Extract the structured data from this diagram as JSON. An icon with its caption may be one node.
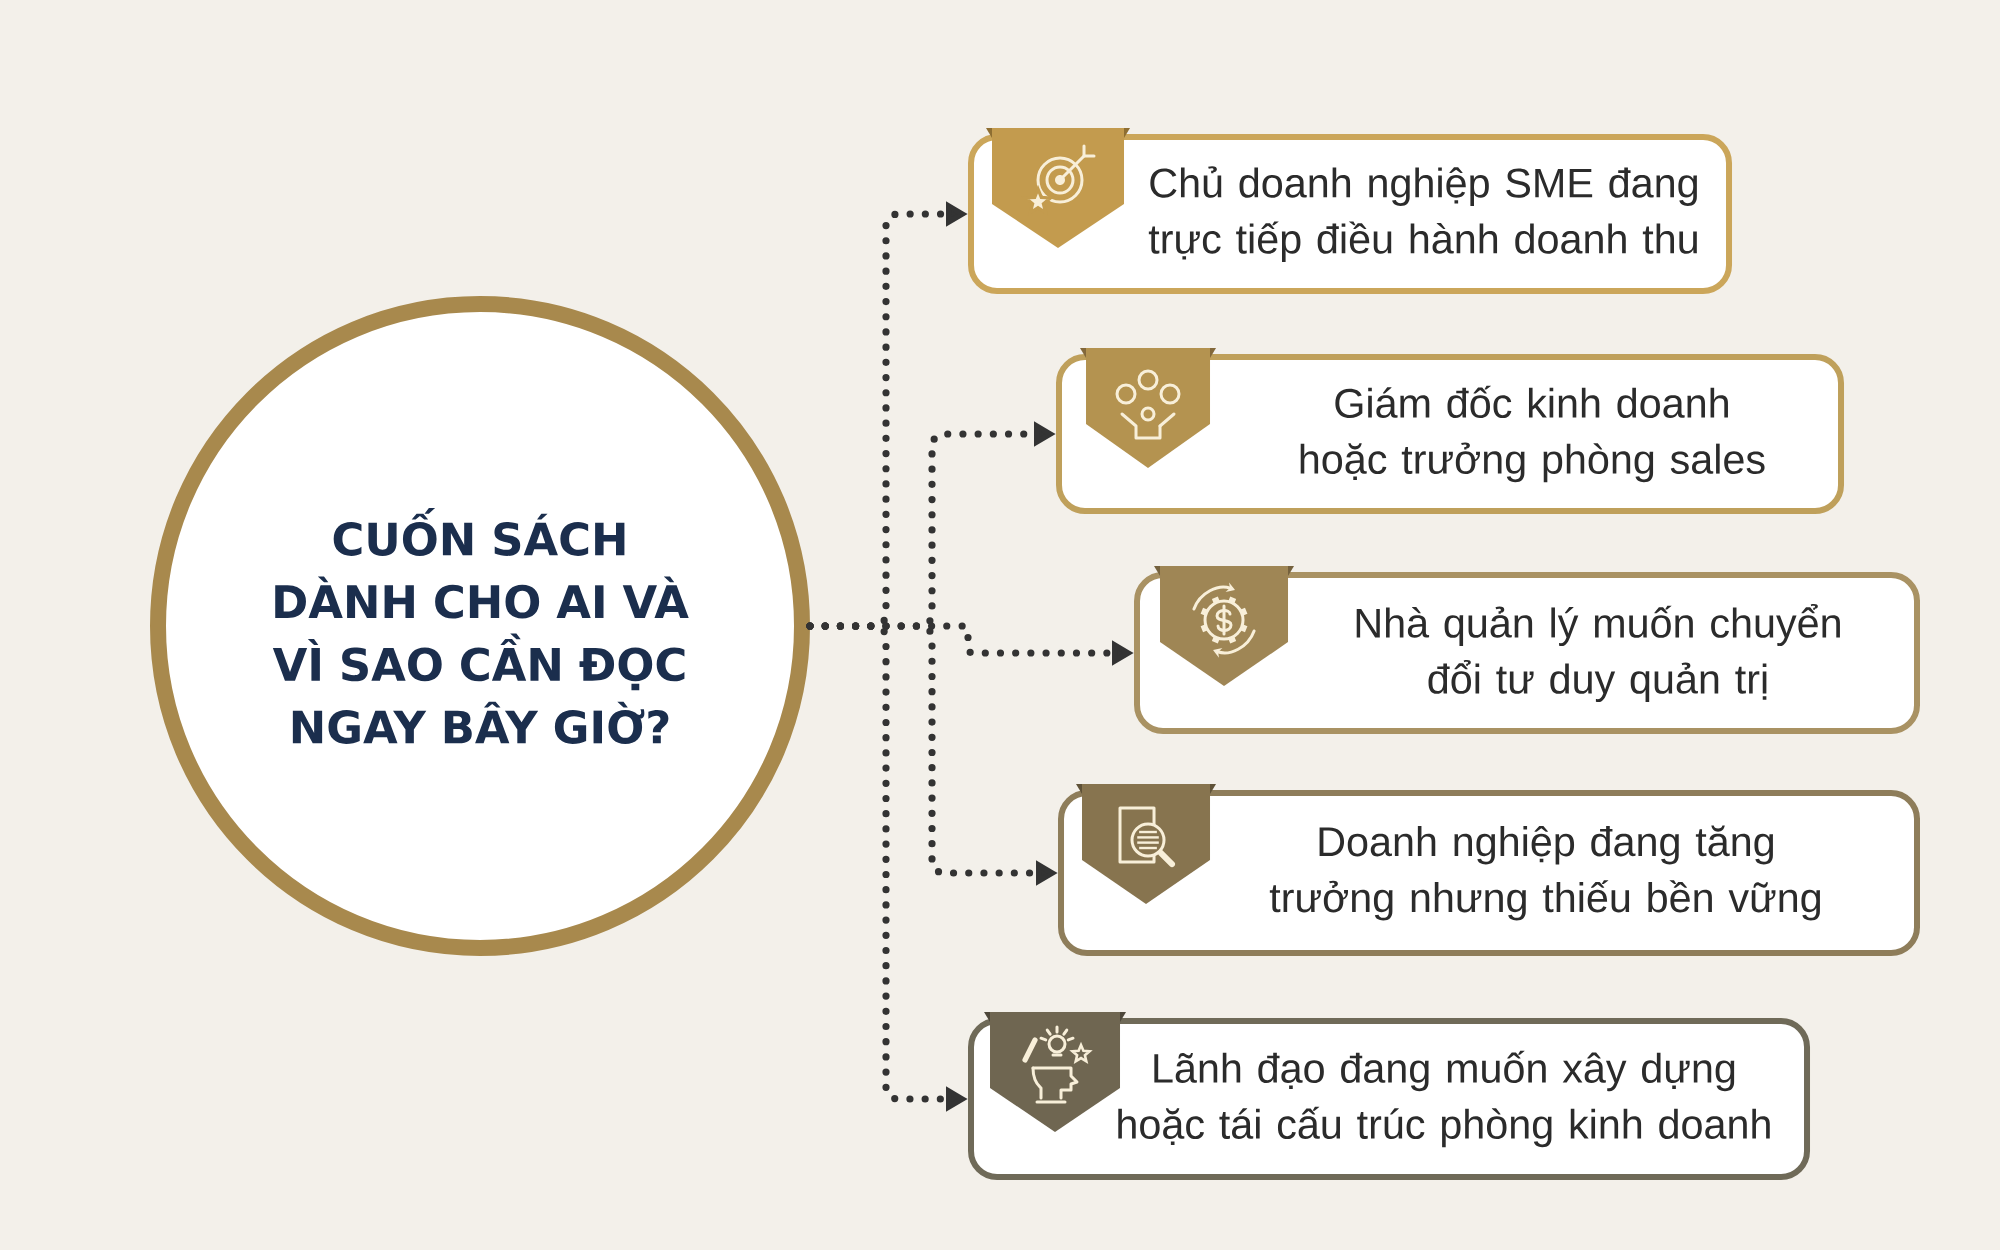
{
  "diagram": {
    "nodes": [
      {
        "text": [
          "CUỐN SÁCH DÀNH CHO AI VÀ VÌ SAO CẦN ĐỌC NGAY BÂY GIỜ?"
        ]
      },
      {
        "text": [
          "Chủ doanh nghiệp SME đang trực tiếp điều hành doanh thu"
        ]
      },
      {
        "text": [
          "Giám đốc kinh doanh hoặc trưởng phòng sales"
        ]
      },
      {
        "text": [
          "Nhà quản lý muốn chuyển đổi tư duy quản trị"
        ]
      },
      {
        "text": [
          "Doanh nghiệp đang tăng trưởng nhưng thiếu bền vững"
        ]
      },
      {
        "text": [
          "Lãnh đạo đang muốn xây dựng hoặc tái cấu trúc phòng kinh doanh"
        ]
      }
    ],
    "edges": [
      {
        "from": 0,
        "to": 1,
        "arrow": "to"
      },
      {
        "from": 0,
        "to": 2,
        "arrow": "to"
      },
      {
        "from": 0,
        "to": 3,
        "arrow": "to"
      },
      {
        "from": 0,
        "to": 4,
        "arrow": "to"
      },
      {
        "from": 0,
        "to": 5,
        "arrow": "to"
      }
    ]
  }
}
